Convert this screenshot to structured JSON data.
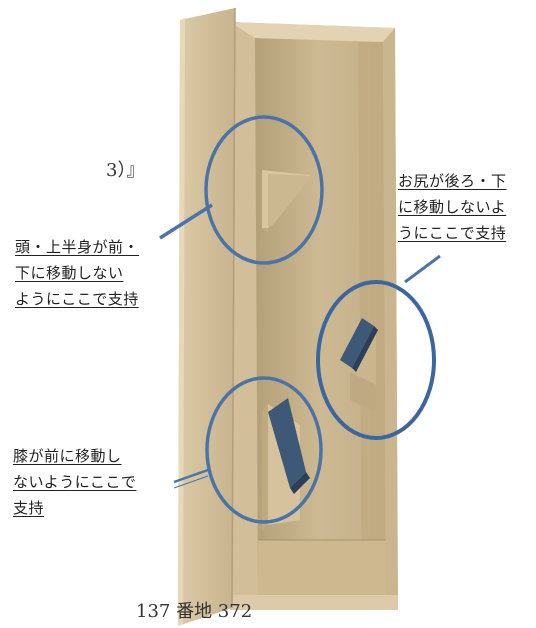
{
  "fragments": {
    "top_left": "3）』",
    "bottom": "137 番地 372"
  },
  "callouts": {
    "head": {
      "lines": [
        "頭・上半身が前・",
        "下に移動しない",
        "ようにここで支持"
      ]
    },
    "buttocks": {
      "lines": [
        "お尻が後ろ・下",
        "に移動しないよ",
        "うにここで支持"
      ]
    },
    "knee": {
      "lines": [
        "膝が前に移動し",
        "ないようにここで",
        "支持"
      ]
    }
  },
  "colors": {
    "wood": "#d6c39e",
    "wood_shadow": "#b9a47c",
    "interior": "#c8b48c",
    "interior_dark": "#a8946c",
    "pad": "#3e5878",
    "circle": "#4a74a8"
  }
}
